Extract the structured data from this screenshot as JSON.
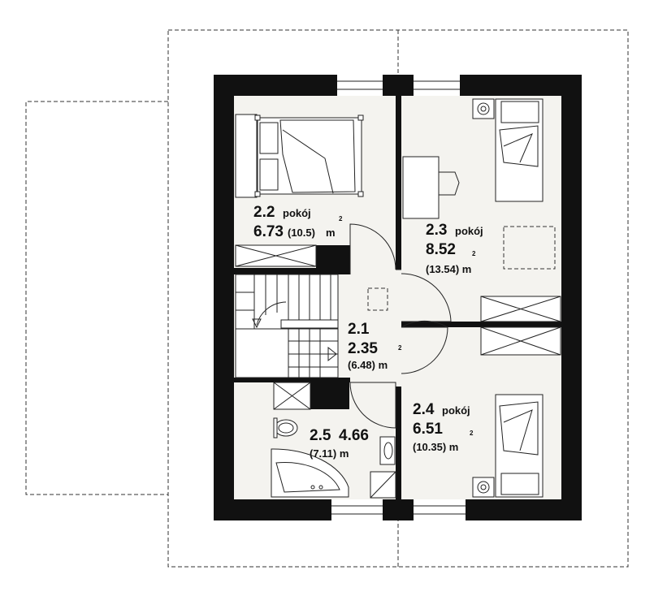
{
  "rooms": {
    "r21": {
      "number": "2.1",
      "area": "2.35",
      "area_alt": "(6.48) m",
      "sup": "2"
    },
    "r22": {
      "number": "2.2",
      "name": "pokój",
      "area": "6.73",
      "area_alt": "(10.5)",
      "unit": "m",
      "sup": "2"
    },
    "r23": {
      "number": "2.3",
      "name": "pokój",
      "area": "8.52",
      "area_alt": "(13.54) m",
      "sup": "2"
    },
    "r24": {
      "number": "2.4",
      "name": "pokój",
      "area": "6.51",
      "area_alt": "(10.35) m",
      "sup": "2"
    },
    "r25": {
      "number": "2.5",
      "area": "4.66",
      "area_alt": "(7.11) m"
    }
  },
  "colors": {
    "wall": "#111111",
    "floor": "#f4f3ef",
    "line": "#222222"
  }
}
